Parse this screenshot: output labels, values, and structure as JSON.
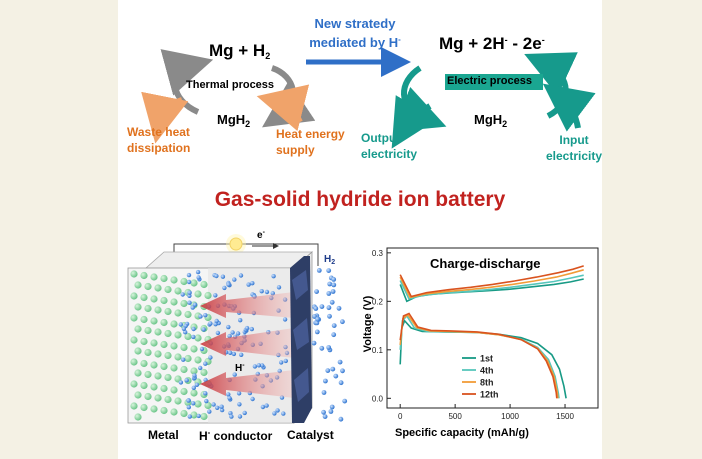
{
  "colors": {
    "page_bg": "#f4f1e4",
    "orange": "#e0721e",
    "teal": "#169a8c",
    "blue_arrow": "#2f6fc7",
    "title_red": "#c1221f",
    "electric_box": "#1aa691",
    "series_1st": "#179a85",
    "series_4th": "#57c6bb",
    "series_8th": "#f29c38",
    "series_12th": "#d9531f"
  },
  "top": {
    "left_cycle": {
      "mg_h2": "Mg + H",
      "mg_h2_sub": "2",
      "process_label": "Thermal process",
      "mgh2": "MgH",
      "mgh2_sub": "2",
      "left_label_line1": "Waste heat",
      "left_label_line2": "dissipation",
      "right_label_line1": "Heat energy",
      "right_label_line2": "supply"
    },
    "middle": {
      "line1": "New stratedy",
      "line2": "mediated by H",
      "line2_sup": "-"
    },
    "right_cycle": {
      "equation_part1": "Mg + 2H",
      "equation_sup1": "-",
      "equation_part2": " - 2e",
      "equation_sup2": "-",
      "process_label": "Electric process",
      "mgh2": "MgH",
      "mgh2_sub": "2",
      "left_label_line1": "Output",
      "left_label_line2": "electricity",
      "right_label_line1": "Input",
      "right_label_line2": "electricity"
    }
  },
  "title": "Gas-solid hydride ion battery",
  "battery_schematic": {
    "electron_label": "e",
    "electron_sup": "-",
    "h2_label": "H",
    "h2_sub": "2",
    "hydride_label": "H",
    "hydride_sup": "-",
    "label_metal": "Metal",
    "label_conductor_h": "H",
    "label_conductor_sup": "-",
    "label_conductor_rest": " conductor",
    "label_catalyst": "Catalyst"
  },
  "chart_data": {
    "type": "line",
    "title": "Charge-discharge",
    "xlabel": "Specific capacity (mAh/g)",
    "ylabel": "Voltage (V)",
    "xlim": [
      -120,
      1800
    ],
    "ylim": [
      -0.02,
      0.31
    ],
    "xticks": [
      0,
      500,
      1000,
      1500
    ],
    "yticks": [
      0.0,
      0.1,
      0.2,
      0.3
    ],
    "legend_position": "bottom-middle",
    "series": [
      {
        "name": "1st",
        "color": "#179a85",
        "discharge": [
          [
            0,
            0.07
          ],
          [
            15,
            0.145
          ],
          [
            40,
            0.16
          ],
          [
            100,
            0.145
          ],
          [
            200,
            0.138
          ],
          [
            400,
            0.137
          ],
          [
            700,
            0.136
          ],
          [
            900,
            0.132
          ],
          [
            1100,
            0.125
          ],
          [
            1250,
            0.113
          ],
          [
            1380,
            0.09
          ],
          [
            1450,
            0.06
          ],
          [
            1490,
            0.025
          ],
          [
            1510,
            0.0
          ]
        ],
        "charge": [
          [
            0,
            0.235
          ],
          [
            60,
            0.2
          ],
          [
            150,
            0.21
          ],
          [
            300,
            0.215
          ],
          [
            500,
            0.218
          ],
          [
            800,
            0.222
          ],
          [
            1000,
            0.225
          ],
          [
            1200,
            0.23
          ],
          [
            1400,
            0.235
          ],
          [
            1550,
            0.24
          ],
          [
            1670,
            0.246
          ]
        ]
      },
      {
        "name": "4th",
        "color": "#57c6bb",
        "discharge": [
          [
            0,
            0.1
          ],
          [
            20,
            0.16
          ],
          [
            60,
            0.17
          ],
          [
            130,
            0.145
          ],
          [
            250,
            0.138
          ],
          [
            450,
            0.137
          ],
          [
            700,
            0.136
          ],
          [
            900,
            0.131
          ],
          [
            1100,
            0.122
          ],
          [
            1250,
            0.105
          ],
          [
            1350,
            0.08
          ],
          [
            1410,
            0.045
          ],
          [
            1440,
            0.01
          ],
          [
            1445,
            0.0
          ]
        ],
        "charge": [
          [
            0,
            0.243
          ],
          [
            80,
            0.205
          ],
          [
            200,
            0.212
          ],
          [
            400,
            0.217
          ],
          [
            600,
            0.22
          ],
          [
            800,
            0.224
          ],
          [
            1000,
            0.229
          ],
          [
            1200,
            0.235
          ],
          [
            1400,
            0.241
          ],
          [
            1550,
            0.248
          ],
          [
            1670,
            0.254
          ]
        ]
      },
      {
        "name": "8th",
        "color": "#f29c38",
        "discharge": [
          [
            0,
            0.11
          ],
          [
            25,
            0.165
          ],
          [
            70,
            0.172
          ],
          [
            150,
            0.146
          ],
          [
            270,
            0.139
          ],
          [
            450,
            0.138
          ],
          [
            700,
            0.136
          ],
          [
            900,
            0.131
          ],
          [
            1100,
            0.121
          ],
          [
            1250,
            0.103
          ],
          [
            1340,
            0.078
          ],
          [
            1400,
            0.045
          ],
          [
            1430,
            0.012
          ],
          [
            1435,
            0.0
          ]
        ],
        "charge": [
          [
            0,
            0.25
          ],
          [
            90,
            0.208
          ],
          [
            220,
            0.215
          ],
          [
            420,
            0.22
          ],
          [
            620,
            0.224
          ],
          [
            820,
            0.229
          ],
          [
            1020,
            0.235
          ],
          [
            1220,
            0.242
          ],
          [
            1420,
            0.25
          ],
          [
            1560,
            0.258
          ],
          [
            1670,
            0.265
          ]
        ]
      },
      {
        "name": "12th",
        "color": "#d9531f",
        "discharge": [
          [
            0,
            0.12
          ],
          [
            30,
            0.17
          ],
          [
            80,
            0.175
          ],
          [
            160,
            0.147
          ],
          [
            280,
            0.14
          ],
          [
            460,
            0.139
          ],
          [
            700,
            0.137
          ],
          [
            900,
            0.132
          ],
          [
            1100,
            0.121
          ],
          [
            1250,
            0.102
          ],
          [
            1330,
            0.077
          ],
          [
            1390,
            0.045
          ],
          [
            1420,
            0.012
          ],
          [
            1425,
            0.0
          ]
        ],
        "charge": [
          [
            0,
            0.255
          ],
          [
            100,
            0.21
          ],
          [
            240,
            0.218
          ],
          [
            440,
            0.224
          ],
          [
            640,
            0.229
          ],
          [
            840,
            0.235
          ],
          [
            1040,
            0.242
          ],
          [
            1240,
            0.25
          ],
          [
            1440,
            0.259
          ],
          [
            1570,
            0.266
          ],
          [
            1670,
            0.273
          ]
        ]
      }
    ]
  }
}
